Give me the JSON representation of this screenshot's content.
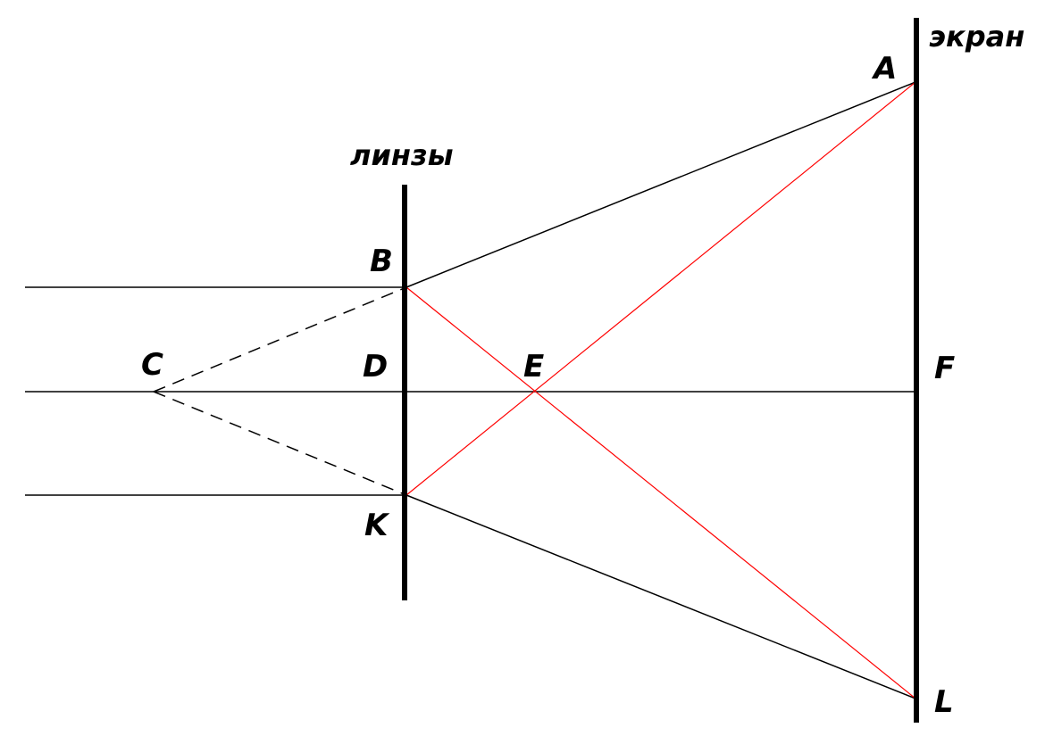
{
  "captions": {
    "lens": "линзы",
    "screen": "экран"
  },
  "points": {
    "A": "A",
    "B": "B",
    "C": "C",
    "D": "D",
    "E": "E",
    "F": "F",
    "K": "K",
    "L": "L"
  },
  "colors": {
    "ray": "#000000",
    "crossing_ray": "#ff0000",
    "lens": "#000000",
    "screen": "#000000"
  }
}
